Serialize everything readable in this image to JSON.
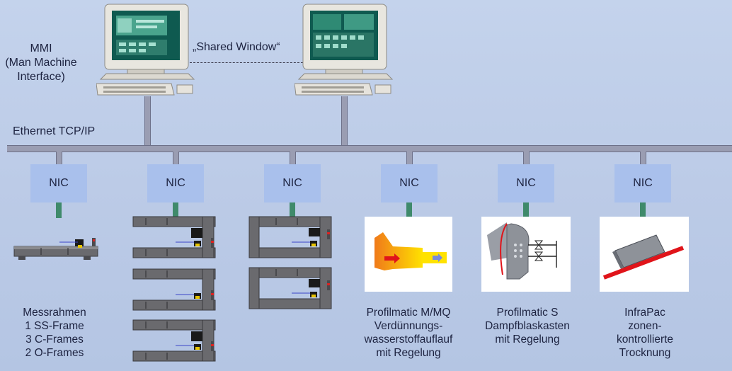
{
  "mmi": {
    "line1": "MMI",
    "line2": "(Man Machine",
    "line3": "Interface)"
  },
  "shared_window": "„Shared Window“",
  "ethernet": "Ethernet TCP/IP",
  "nic_label": "NIC",
  "devices": [
    {
      "lines": [
        "Messrahmen",
        "1 SS-Frame",
        "3 C-Frames",
        "2 O-Frames"
      ]
    },
    {
      "lines": []
    },
    {
      "lines": []
    },
    {
      "lines": [
        "Profilmatic M/MQ",
        "Verdünnungs-",
        "wasserstoffauflauf",
        "mit Regelung"
      ]
    },
    {
      "lines": [
        "Profilmatic S",
        "Dampfblaskasten",
        "mit Regelung"
      ]
    },
    {
      "lines": [
        "InfraPac",
        "zonen-",
        "kontrollierte",
        "Trocknung"
      ]
    }
  ],
  "colors": {
    "background": "#c0cfe9",
    "nic": "#a9c0ec",
    "connector": "#3f8a6b",
    "bus": "#9a9db2"
  }
}
